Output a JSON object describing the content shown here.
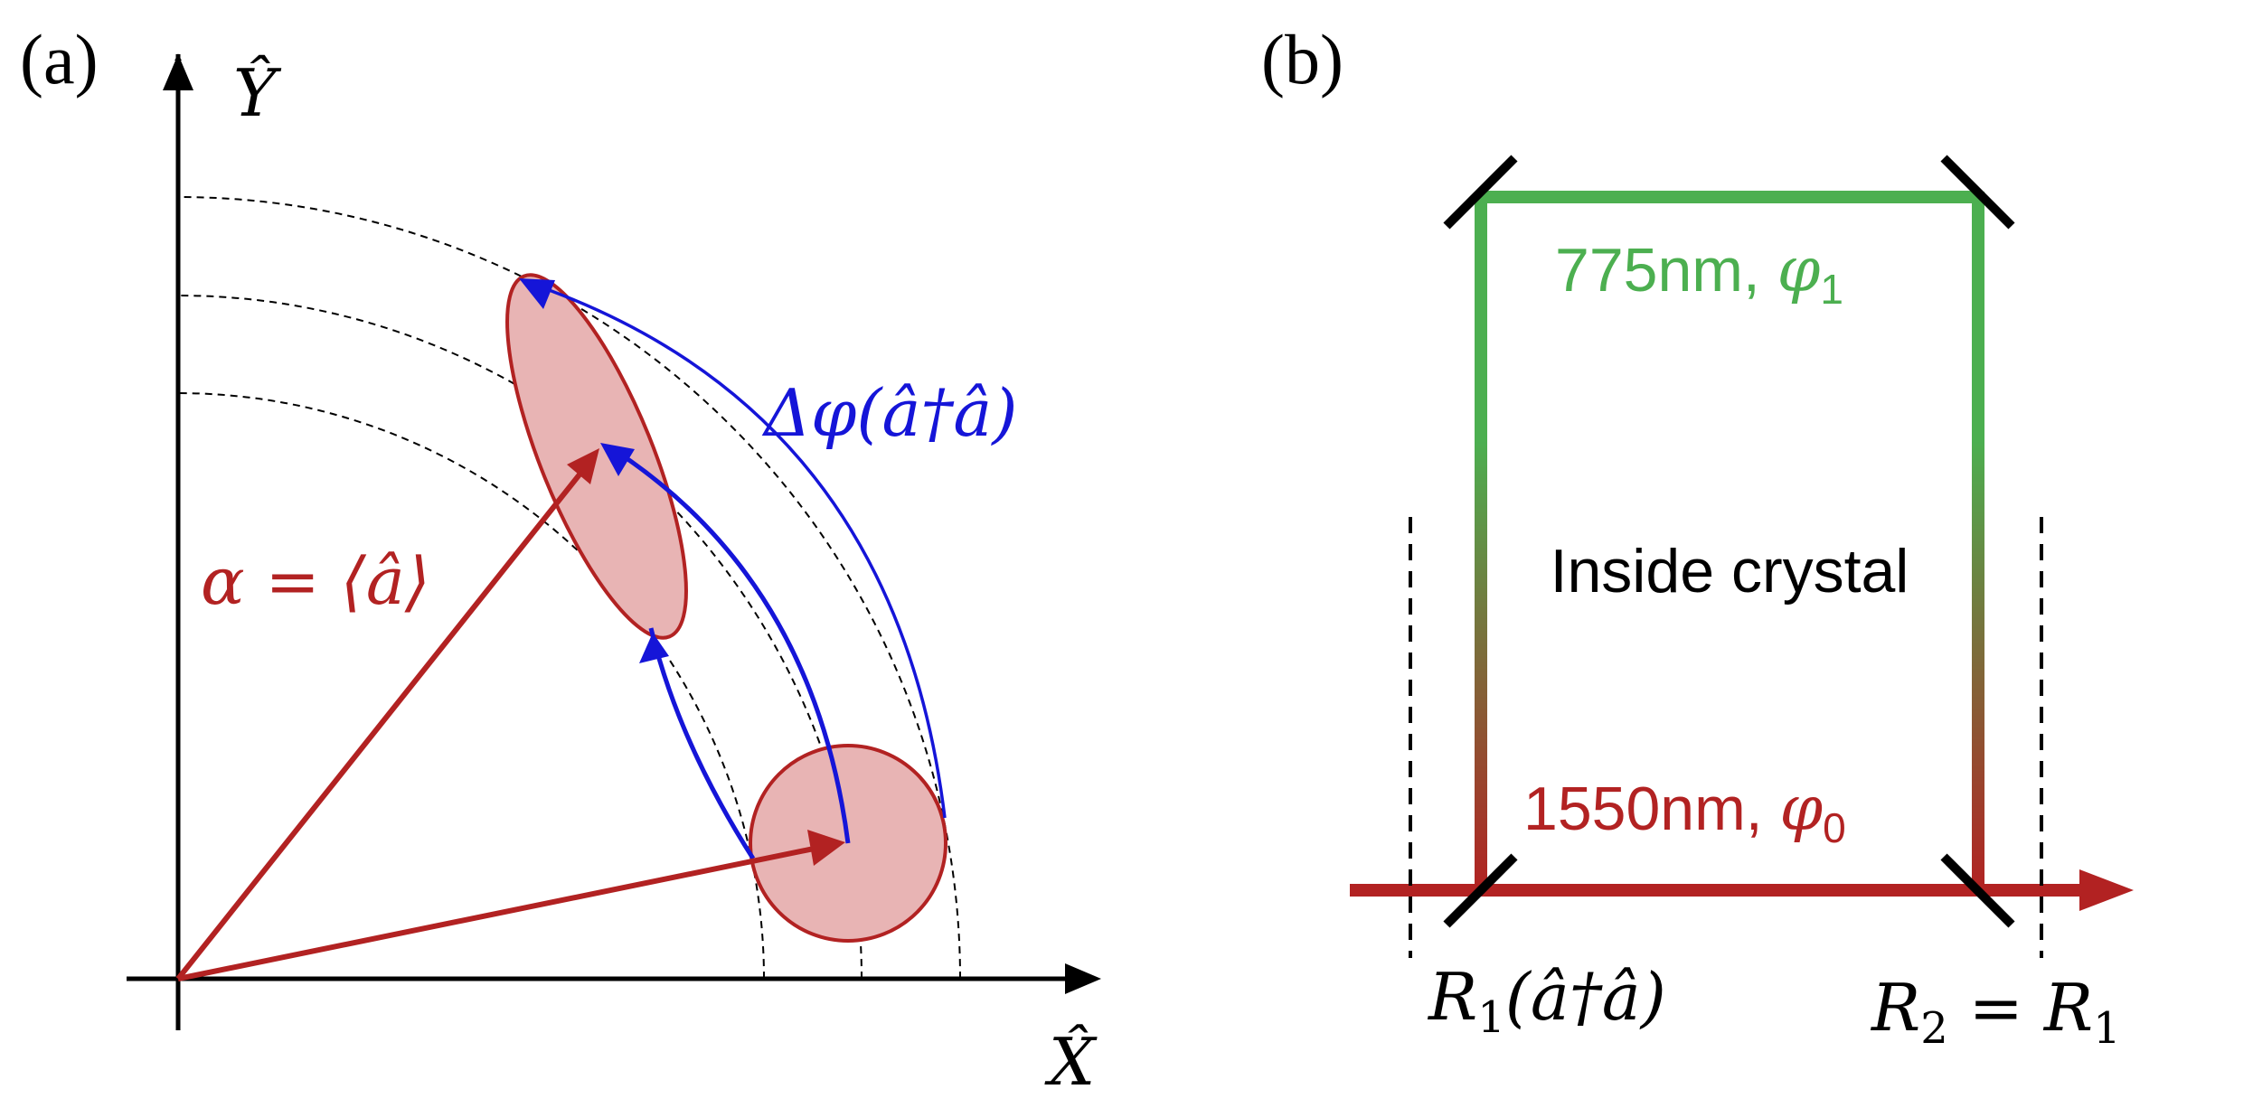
{
  "panel_a": {
    "label": "(a)",
    "axis_x_label": "X̂",
    "axis_y_label": "Ŷ",
    "alpha_label": "α = ⟨â⟩",
    "phase_shift_label": "Δφ(â†â)"
  },
  "panel_b": {
    "label": "(b)",
    "pump_label": "775nm, ",
    "pump_phase": "φ",
    "pump_phase_sub": "1",
    "signal_label": "1550nm, ",
    "signal_phase": "φ",
    "signal_phase_sub": "0",
    "crystal_label": "Inside crystal",
    "mirror_r1_main": "R",
    "mirror_r1_sub": "1",
    "mirror_r1_arg": "(â†â)",
    "mirror_r2_main": "R",
    "mirror_r2_sub": "2",
    "mirror_r2_eq": " = ",
    "mirror_r2_rhs": "R",
    "mirror_r2_rhs_sub": "1"
  },
  "colors": {
    "red": "#B22222",
    "blue": "#1515D8",
    "green": "#4CAF50",
    "fill": "#E8B4B4",
    "black": "#000000"
  }
}
